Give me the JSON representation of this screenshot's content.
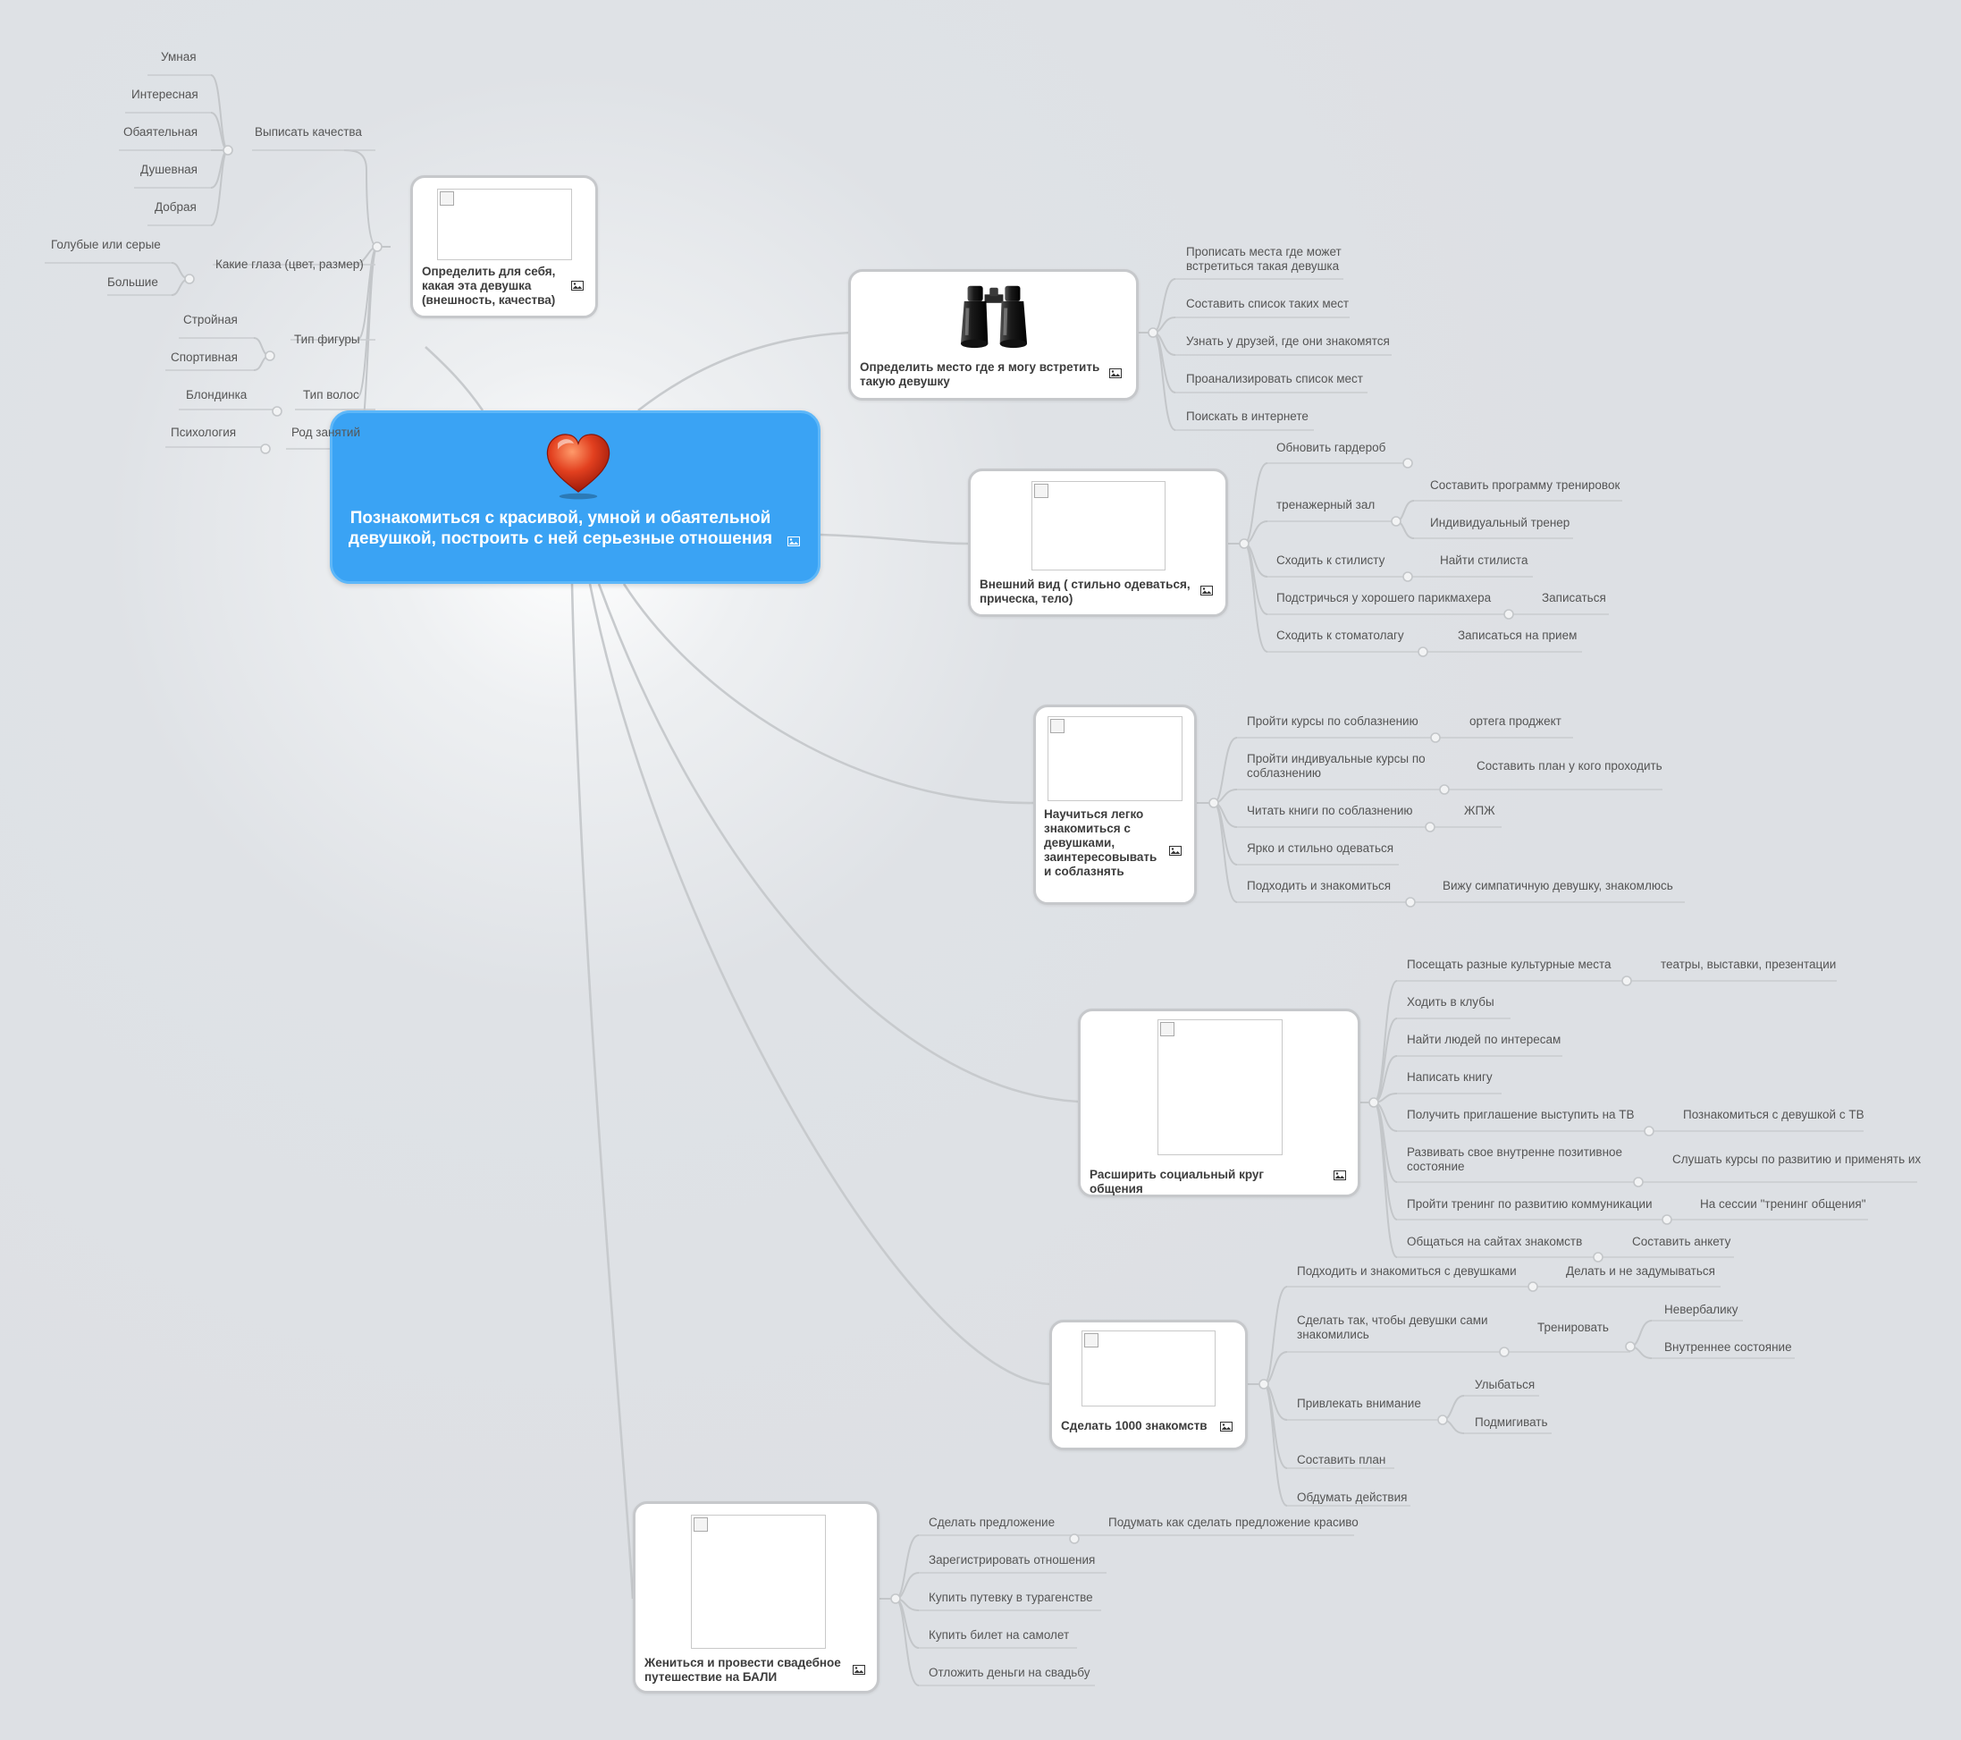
{
  "central": {
    "title": "Познакомиться с красивой, умной и обаятельной девушкой, построить с ней серьезные отношения"
  },
  "topics": {
    "define": {
      "label": "Определить для себя, какая эта девушка (внешность, качества)"
    },
    "place": {
      "label": "Определить место где я могу встретить такую девушку"
    },
    "look": {
      "label": "Внешний вид ( стильно одеваться, прическа, тело)"
    },
    "learn": {
      "label": "Научиться легко знакомиться с девушками, заинтересовывать и соблазнять"
    },
    "social": {
      "label": "Расширить социальный круг общения"
    },
    "meet": {
      "label": "Сделать 1000 знакомств"
    },
    "marry": {
      "label": "Жениться и провести свадебное путешествие на БАЛИ"
    }
  },
  "subtopics": {
    "qualities": "Выписать качества",
    "q_smart": "Умная",
    "q_interesting": "Интересная",
    "q_charming": "Обаятельная",
    "q_soulful": "Душевная",
    "q_kind": "Добрая",
    "eyes": "Какие глаза (цвет, размер)",
    "eyes_color": "Голубые или серые",
    "eyes_size": "Большие",
    "figure": "Тип фигуры",
    "fig_slim": "Стройная",
    "fig_sport": "Спортивная",
    "hair": "Тип волос",
    "hair_blond": "Блондинка",
    "occupation": "Род занятий",
    "occ_psych": "Психология",
    "place_1": "Прописать места где может встретиться такая девушка",
    "place_2": "Составить список таких мест",
    "place_3": "Узнать у друзей, где они знакомятся",
    "place_4": "Проанализировать список мест",
    "place_5": "Поискать в интернете",
    "look_1": "Обновить гардероб",
    "look_2": "тренажерный зал",
    "look_2a": "Составить программу тренировок",
    "look_2b": "Индивидуальный тренер",
    "look_3": "Сходить к стилисту",
    "look_3a": "Найти стилиста",
    "look_4": "Подстричься у хорошего парикмахера",
    "look_4a": "Записаться",
    "look_5": "Сходить к стоматолагу",
    "look_5a": "Записаться на прием",
    "learn_1": "Пройти курсы по соблазнению",
    "learn_1a": "ортега проджект",
    "learn_2": "Пройти индивуальные курсы по соблазнению",
    "learn_2a": "Составить план у кого проходить",
    "learn_3": "Читать книги по соблазнению",
    "learn_3a": "ЖПЖ",
    "learn_4": "Ярко и стильно одеваться",
    "learn_5": "Подходить и знакомиться",
    "learn_5a": "Вижу симпатичную девушку, знакомлюсь",
    "social_1": "Посещать разные культурные места",
    "social_1a": "театры, выставки, презентации",
    "social_2": "Ходить в клубы",
    "social_3": "Найти людей по интересам",
    "social_4": "Написать книгу",
    "social_5": "Получить приглашение выступить на ТВ",
    "social_5a": "Познакомиться с девушкой с ТВ",
    "social_6": "Развивать свое внутренне позитивное состояние",
    "social_6a": "Слушать курсы по развитию и применять их",
    "social_7": "Пройти тренинг по развитию коммуникации",
    "social_7a": "На сессии \"тренинг общения\"",
    "social_8": "Общаться на сайтах знакомств",
    "social_8a": "Составить анкету",
    "meet_1": "Подходить и знакомиться с девушками",
    "meet_1a": "Делать  и не задумываться",
    "meet_2": "Сделать так, чтобы девушки сами знакомились",
    "meet_2a": "Тренировать",
    "meet_2b": "Невербалику",
    "meet_2c": "Внутреннее состояние",
    "meet_3": "Привлекать внимание",
    "meet_3a": "Улыбаться",
    "meet_3b": "Подмигивать",
    "meet_4": "Составить план",
    "meet_5": "Обдумать действия",
    "marry_1": "Сделать предложение",
    "marry_1a": "Подумать как сделать предложение красиво",
    "marry_2": "Зарегистрировать отношения",
    "marry_3": "Купить путевку в турагенстве",
    "marry_4": "Купить билет на самолет",
    "marry_5": "Отложить деньги на свадьбу"
  },
  "colors": {
    "background": "#dfe2e6",
    "central_fill": "#3aa3f4",
    "central_border": "#5db7f9",
    "connector": "#c3c6c9",
    "topic_border": "#c6c8cb",
    "text": "#555555"
  },
  "icons": {
    "central": "heart-icon",
    "place": "binoculars-icon",
    "note": "picture-note-icon"
  }
}
